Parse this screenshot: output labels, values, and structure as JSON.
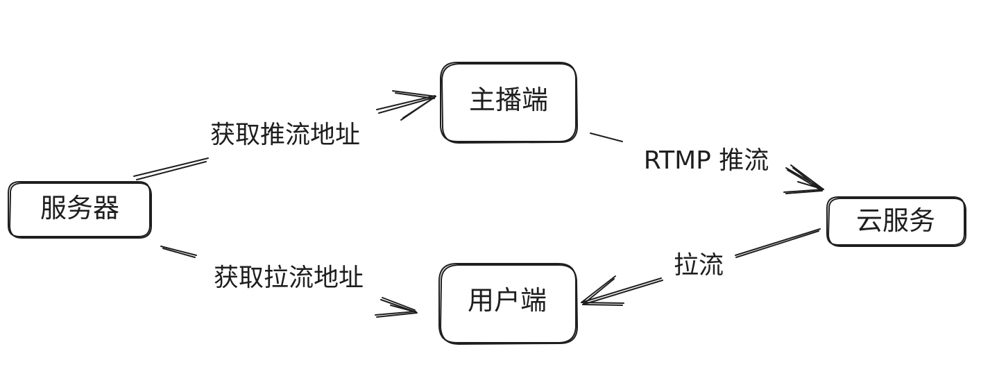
{
  "diagram": {
    "nodes": {
      "server": {
        "label": "服务器"
      },
      "streamer": {
        "label": "主播端"
      },
      "cloud": {
        "label": "云服务"
      },
      "viewer": {
        "label": "用户端"
      }
    },
    "edges": {
      "get_push_url": {
        "label": "获取推流地址"
      },
      "get_pull_url": {
        "label": "获取拉流地址"
      },
      "rtmp_push": {
        "label": "RTMP 推流"
      },
      "pull": {
        "label": "拉流"
      }
    }
  },
  "colors": {
    "stroke": "#1e1e1e",
    "background": "#ffffff"
  }
}
